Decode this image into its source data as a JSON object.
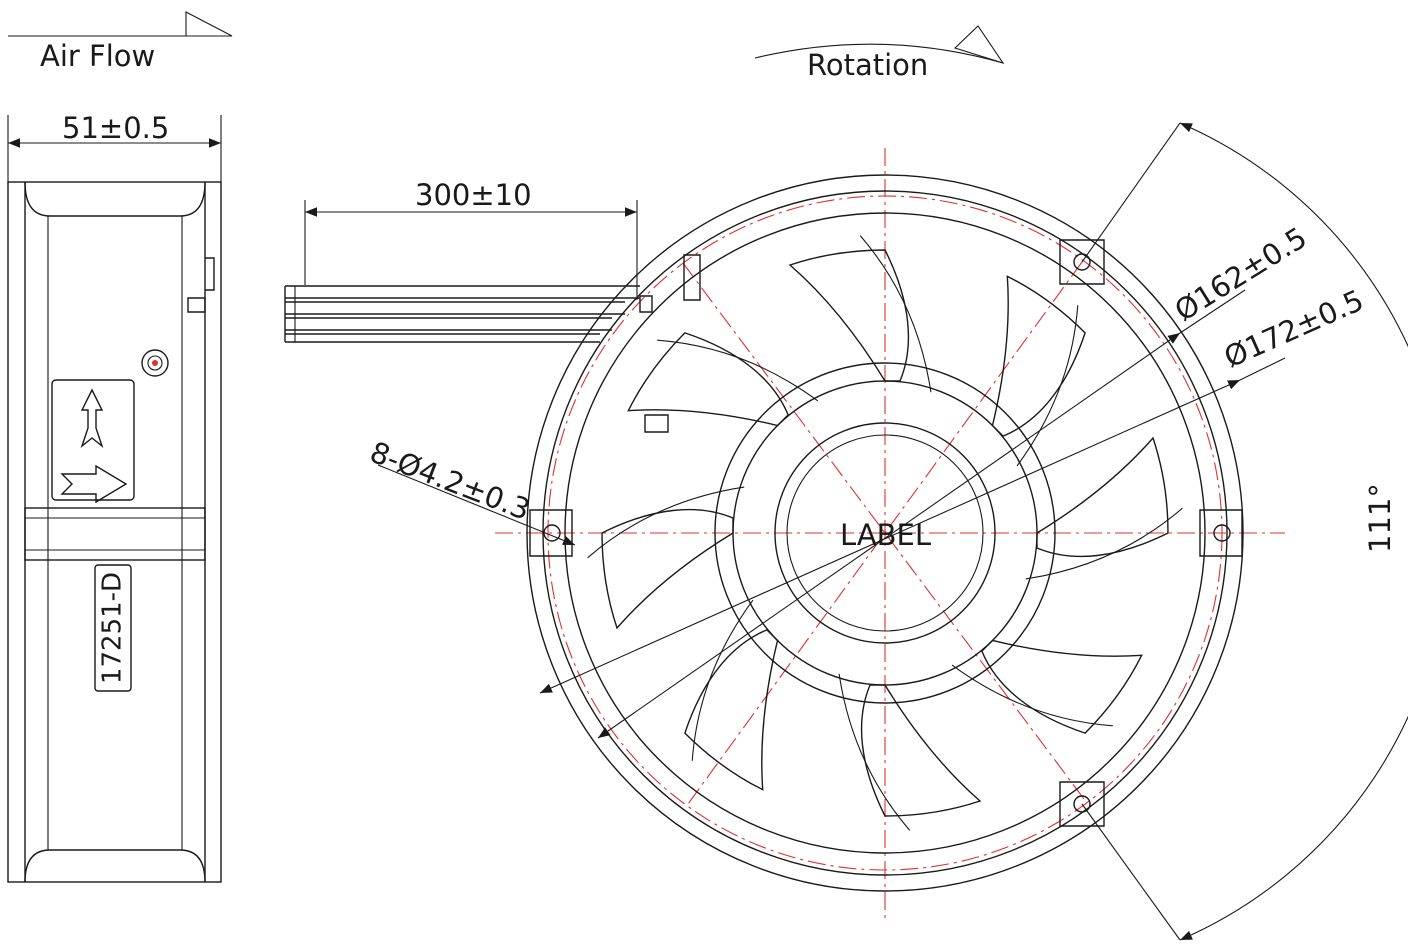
{
  "labels": {
    "air_flow": "Air Flow",
    "rotation": "Rotation",
    "width": "51±0.5",
    "lead_length": "300±10",
    "hole_spec": "8-Ø4.2±0.3",
    "d_hole_circle": "Ø162±0.5",
    "d_outer": "Ø172±0.5",
    "angle": "111°",
    "center_label": "LABEL",
    "model": "17251-D"
  },
  "colors": {
    "line": "#1a1a1a",
    "centerline": "#e03030"
  }
}
